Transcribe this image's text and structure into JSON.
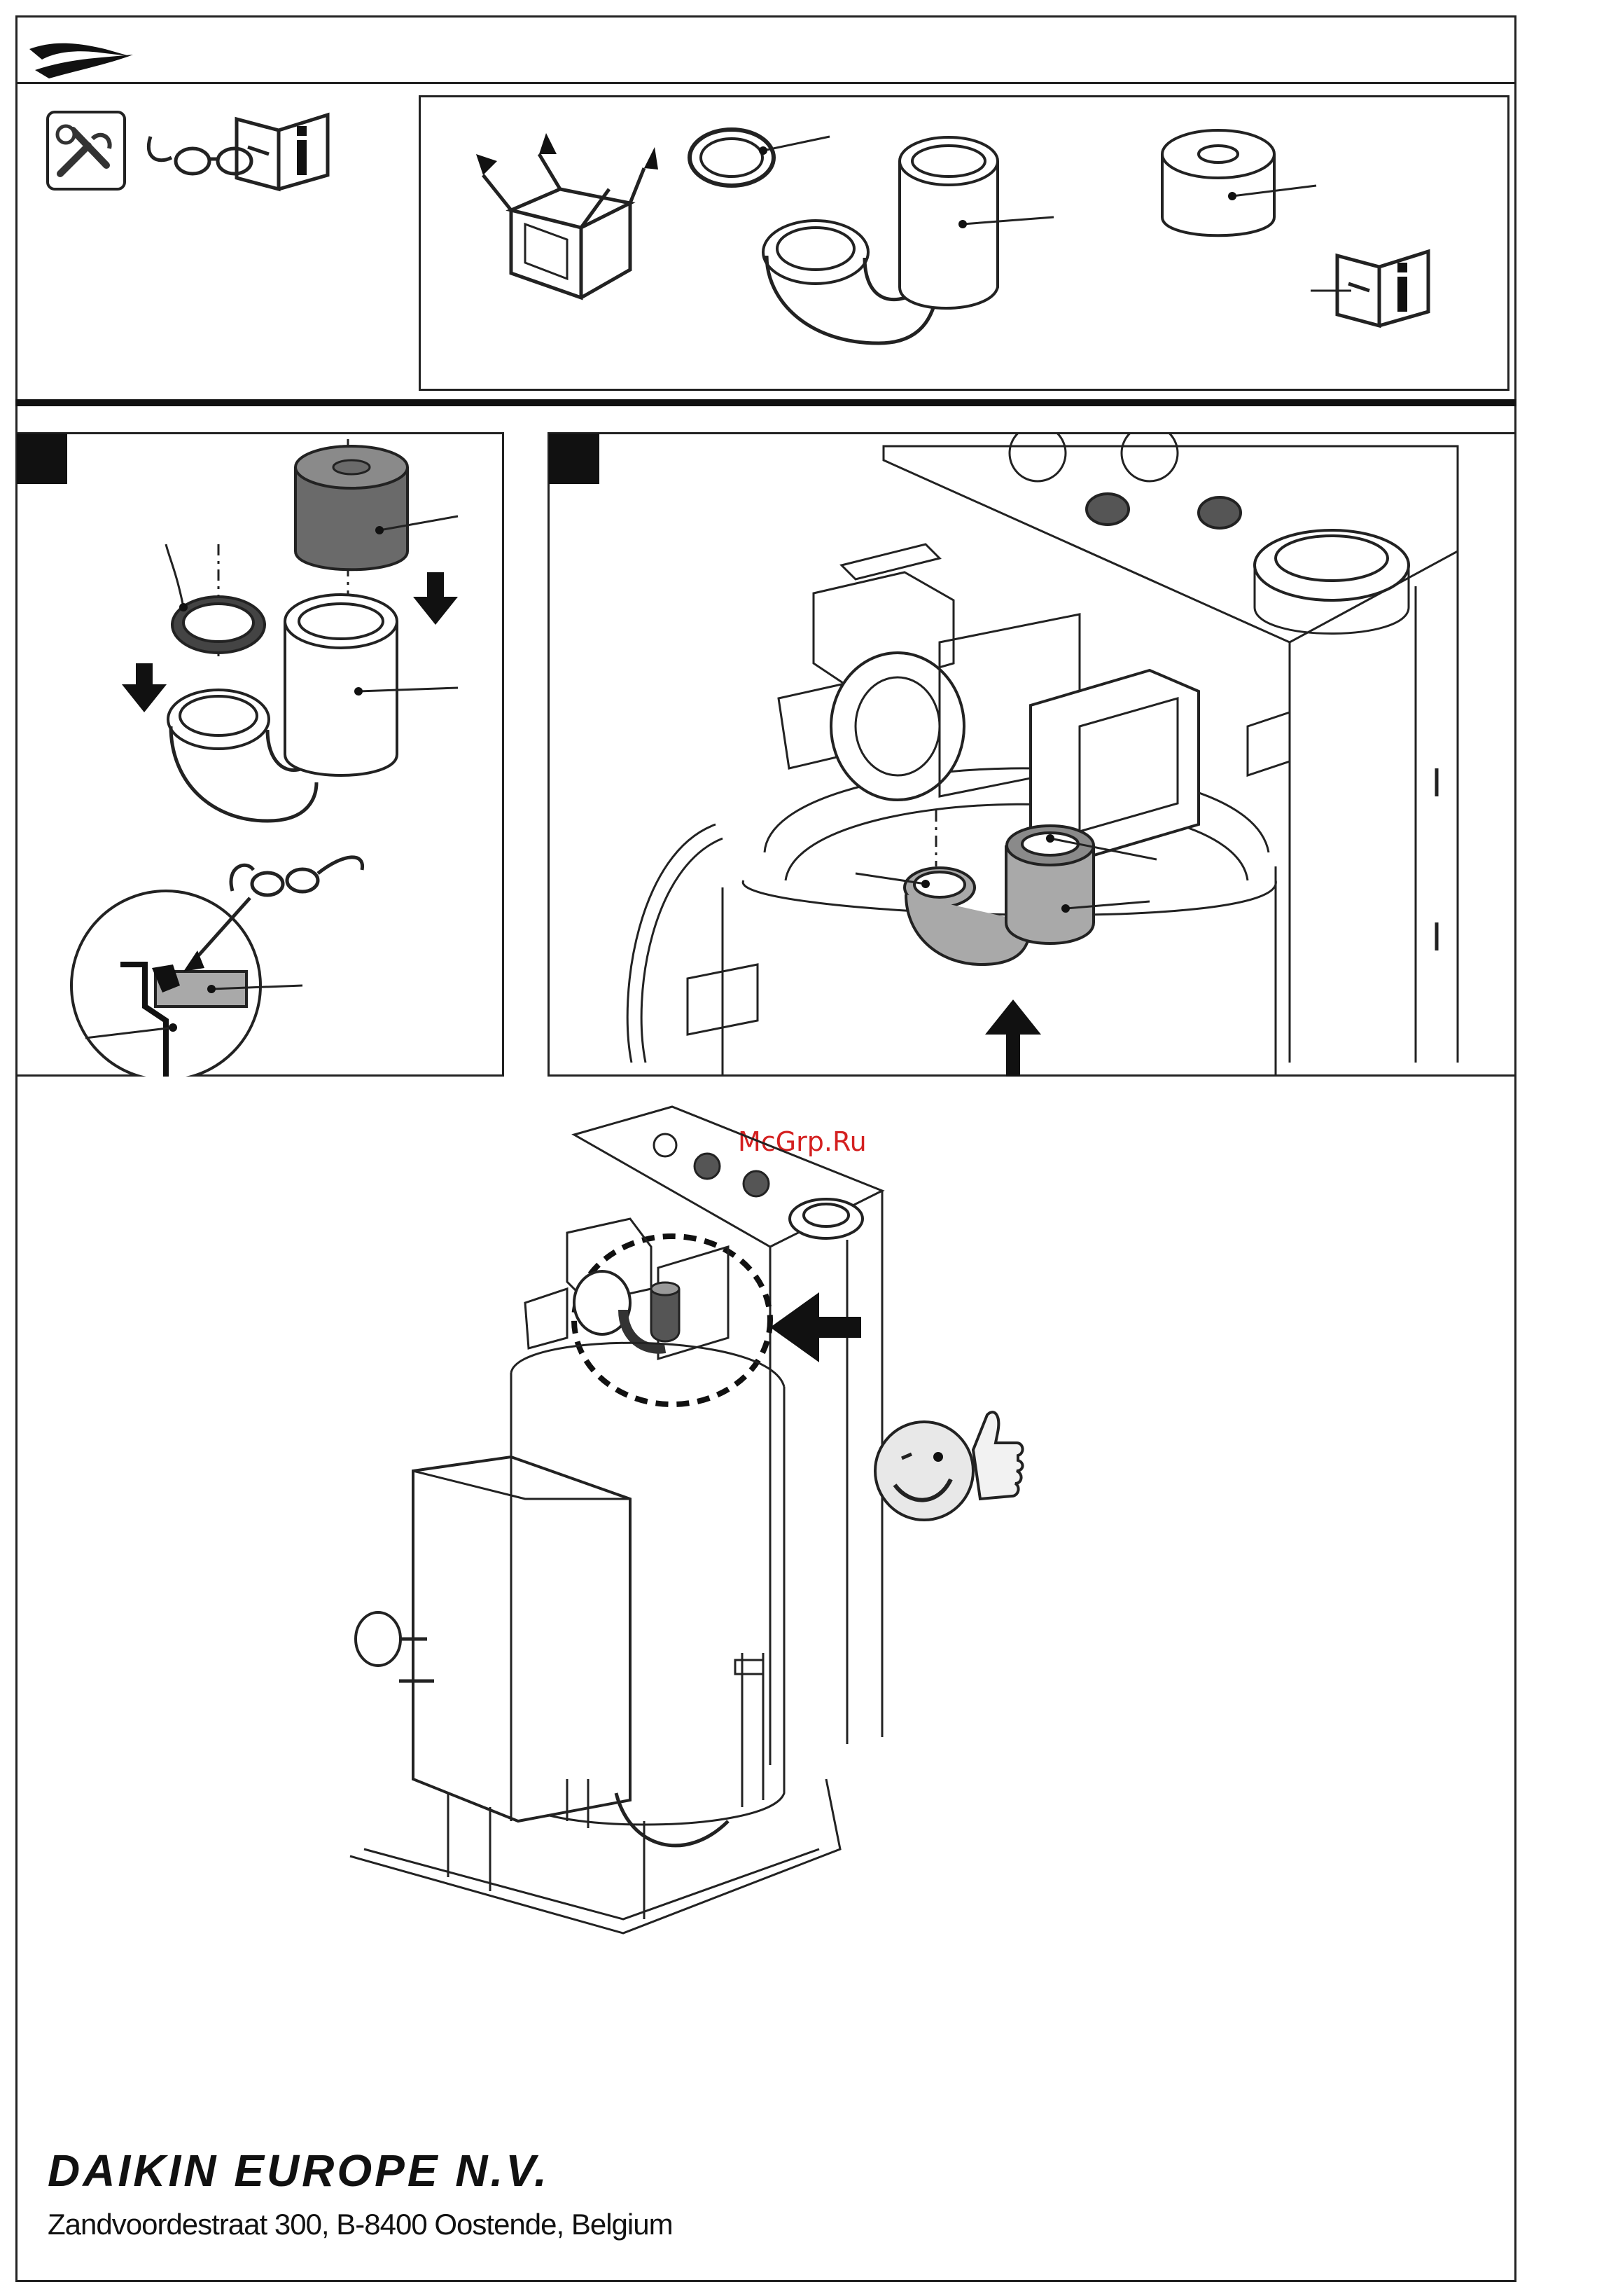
{
  "watermark": "McGrp.Ru",
  "footer": {
    "company": "DAIKIN EUROPE N.V.",
    "address": "Zandvoordestraat 300, B-8400 Oostende, Belgium"
  },
  "icons": {
    "header": "pliers-icon",
    "section1": [
      "installer-tools-icon",
      "glasses-icon",
      "manual-info-icon"
    ],
    "parts_box": [
      "open-box-icon",
      "seal-ring-icon",
      "siphon-elbow-icon",
      "filter-cap-icon",
      "manual-info-icon"
    ],
    "step2": [
      "smiley-thumbs-up-icon",
      "indicator-arrow-icon"
    ]
  },
  "colors": {
    "ink": "#111111",
    "part_dark": "#6a6a6a",
    "part_light": "#a9a9a9",
    "watermark": "#d42020"
  }
}
